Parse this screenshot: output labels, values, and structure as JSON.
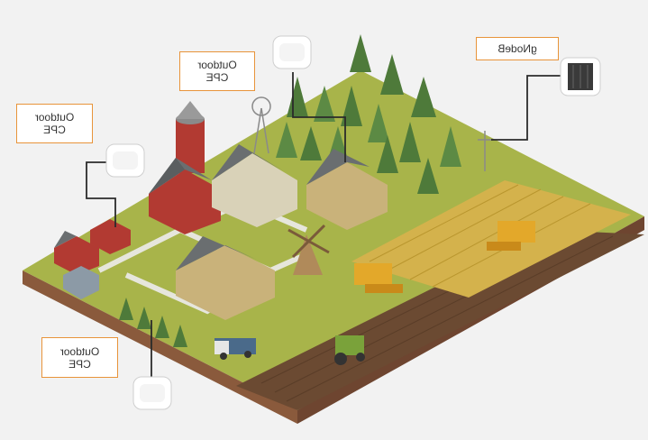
{
  "labels": {
    "cpe_top": {
      "line1": "Outdoor",
      "line2": "CPE"
    },
    "cpe_left": {
      "line1": "Outdoor",
      "line2": "CPE"
    },
    "cpe_bottom": {
      "line1": "Outdoor",
      "line2": "CPE"
    },
    "gnodeb": {
      "line1": "gNodeB"
    }
  },
  "colors": {
    "accent_border": "#e8943a",
    "connector_line": "#2b2b2b",
    "grass": "#a8b44a",
    "soil": "#6b4a32",
    "wheat": "#d4b24c"
  }
}
